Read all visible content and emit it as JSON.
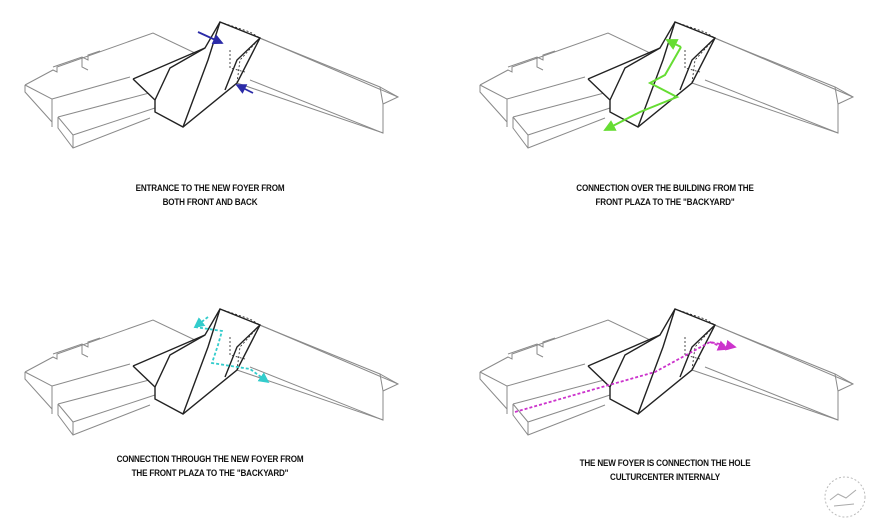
{
  "panels": [
    {
      "caption": [
        "ENTRANCE TO THE NEW FOYER  FROM",
        "BOTH FRONT AND BACK"
      ],
      "arrow_color": "#2b2ba8"
    },
    {
      "caption": [
        "CONNECTION OVER THE BUILDING FROM THE",
        "FRONT PLAZA TO THE \"BACKYARD\""
      ],
      "arrow_color": "#66dd33"
    },
    {
      "caption": [
        "CONNECTION THROUGH THE NEW FOYER FROM",
        "THE FRONT PLAZA TO THE \"BACKYARD\""
      ],
      "arrow_color": "#33cccc"
    },
    {
      "caption": [
        "THE NEW FOYER IS CONNECTION THE HOLE",
        "CULTURCENTER INTERNALY"
      ],
      "arrow_color": "#cc33cc"
    }
  ],
  "colors": {
    "building": "#8a8a8a",
    "foyer": "#222222"
  }
}
